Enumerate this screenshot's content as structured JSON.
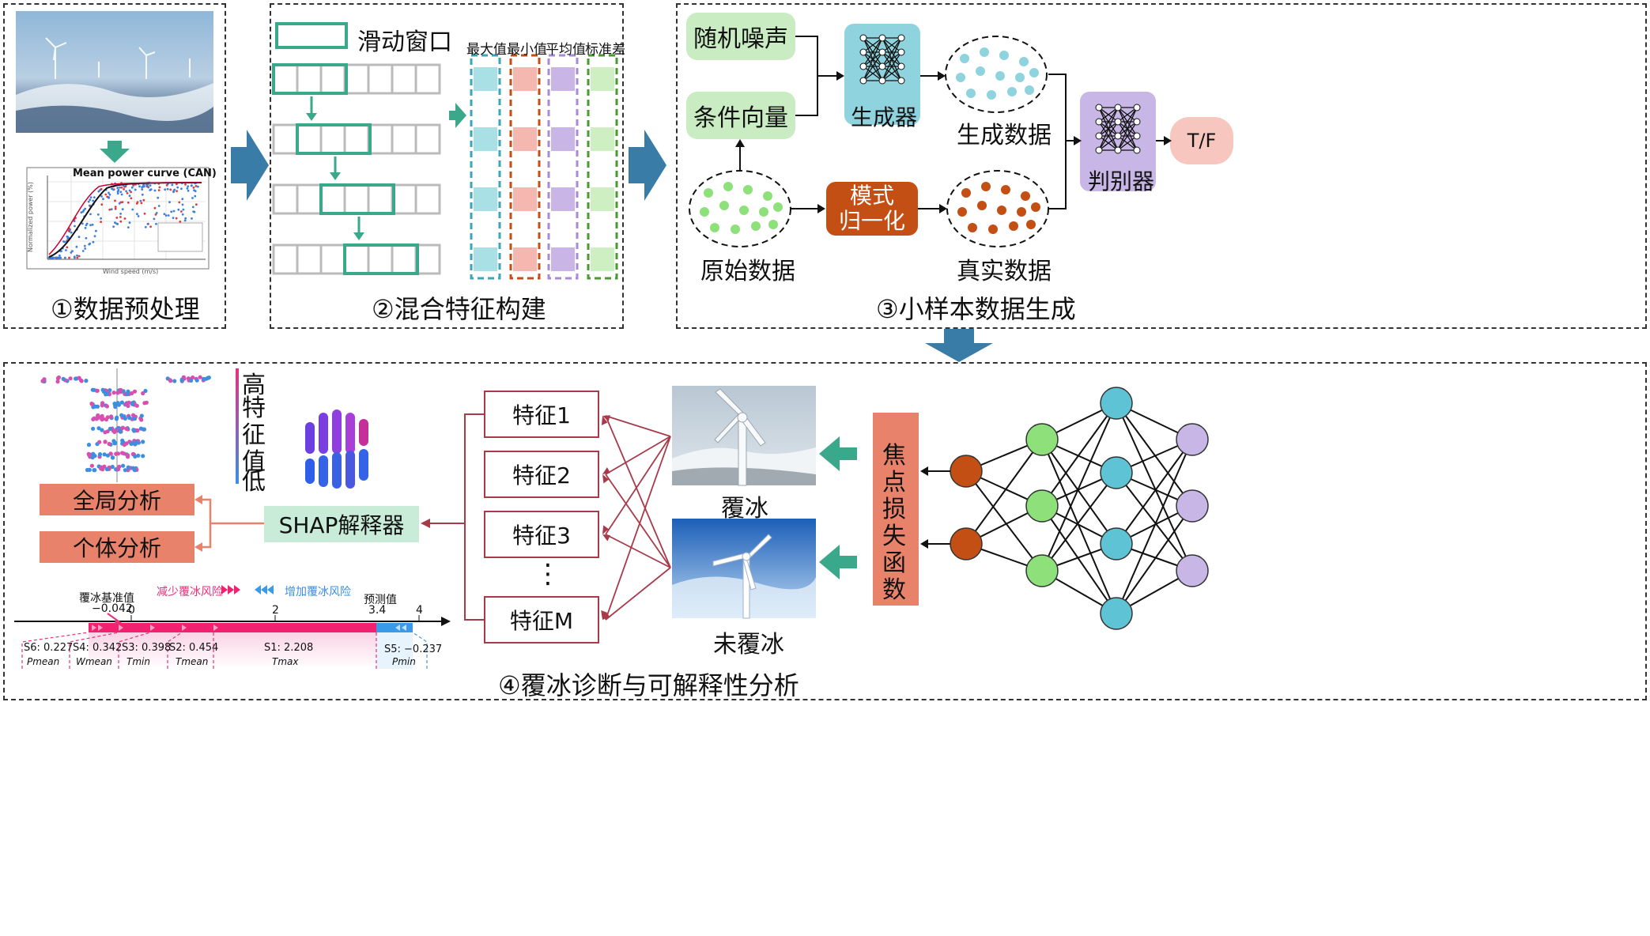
{
  "panel1": {
    "caption": "①数据预处理",
    "chart_title": "Mean power curve (CAN)",
    "chart_xlabel": "Wind speed (m/s)",
    "chart_ylabel": "Normalized power (%)"
  },
  "panel2": {
    "caption": "②混合特征构建",
    "window_label": "滑动窗口",
    "stat_labels": [
      "最大值",
      "最小值",
      "平均值",
      "标准差"
    ]
  },
  "panel3": {
    "caption": "③小样本数据生成",
    "noise": "随机噪声",
    "condition": "条件向量",
    "generator": "生成器",
    "generated": "生成数据",
    "discriminator": "判别器",
    "tf": "T/F",
    "raw": "原始数据",
    "mode_norm_1": "模式",
    "mode_norm_2": "归一化",
    "real": "真实数据"
  },
  "panel4": {
    "caption": "④覆冰诊断与可解释性分析",
    "legend_high": "高",
    "legend_mid": "特征值",
    "legend_low": "低",
    "global": "全局分析",
    "individual": "个体分析",
    "shap": "SHAP解释器",
    "features": [
      "特征1",
      "特征2",
      "特征3",
      "⋮",
      "特征M"
    ],
    "iced": "覆冰",
    "not_iced": "未覆冰",
    "focal_loss": "焦点损失函数",
    "force": {
      "base_label": "覆冰基准值",
      "base_value": "−0.042",
      "pred_label": "预测值",
      "pred_value": "3.4",
      "decrease": "减少覆冰风险",
      "increase": "增加覆冰风险",
      "ticks": [
        "0",
        "2",
        "4"
      ],
      "items": [
        {
          "s": "S6: 0.227",
          "f": "Pmean"
        },
        {
          "s": "S4: 0.342",
          "f": "Wmean"
        },
        {
          "s": "S3: 0.398",
          "f": "Tmin"
        },
        {
          "s": "S2: 0.454",
          "f": "Tmean"
        },
        {
          "s": "S1: 2.208",
          "f": "Tmax"
        },
        {
          "s": "S5: −0.237",
          "f": "Pmin"
        }
      ]
    }
  },
  "colors": {
    "teal": "#3aa88a",
    "arrow_blue": "#3a7ca8",
    "pink": "#e8317c",
    "blue": "#3b8fe0",
    "salmon": "#e8826a",
    "brown": "#c44f15",
    "mint": "#c9ecd8"
  }
}
